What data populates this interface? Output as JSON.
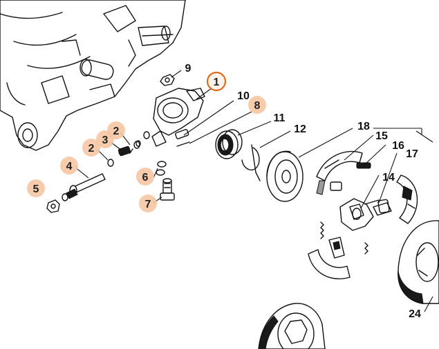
{
  "diagram": {
    "callouts": {
      "c1": "1",
      "c2a": "2",
      "c2b": "2",
      "c3": "3",
      "c4": "4",
      "c5": "5",
      "c6": "6",
      "c7": "7",
      "c8": "8",
      "c9": "9",
      "c10": "10",
      "c11": "11",
      "c12": "12",
      "c14": "14",
      "c15": "15",
      "c16": "16",
      "c17": "17",
      "c18": "18",
      "c24": "24"
    },
    "colors": {
      "highlight": "#f5c6a3",
      "selected_ring": "#e06b1e",
      "line": "#111111"
    }
  }
}
